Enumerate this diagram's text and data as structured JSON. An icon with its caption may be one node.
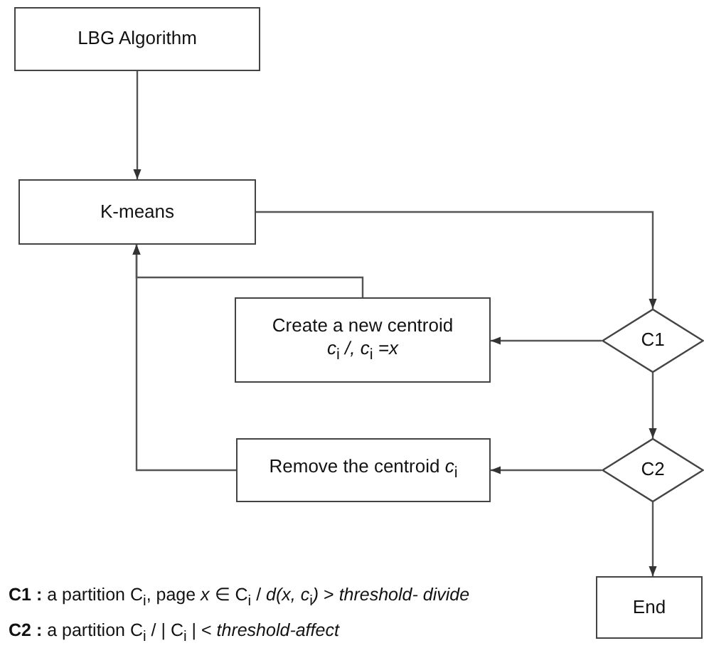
{
  "diagram": {
    "nodes": [
      {
        "text": [
          "LBG Algorithm"
        ]
      },
      {
        "text": [
          "K-means"
        ]
      },
      {
        "text": [
          "Create a new centroid",
          "*c*$_{i}$ */, c*$_{i}$ *=x*"
        ]
      },
      {
        "text": [
          "C1"
        ]
      },
      {
        "text": [
          "Remove the centroid  *c*$_{i}$"
        ]
      },
      {
        "text": [
          "C2"
        ]
      },
      {
        "text": [
          "End"
        ]
      }
    ],
    "edges": [
      {
        "from": 0,
        "to": 1,
        "arrow": "to"
      },
      {
        "from": 1,
        "to": 3,
        "arrow": "to"
      },
      {
        "from": 3,
        "to": 2,
        "arrow": "to"
      },
      {
        "from": 2,
        "to": 1,
        "arrow": "to"
      },
      {
        "from": 3,
        "to": 5,
        "arrow": "to"
      },
      {
        "from": 5,
        "to": 4,
        "arrow": "to"
      },
      {
        "from": 4,
        "to": 1,
        "arrow": "to"
      },
      {
        "from": 5,
        "to": 6,
        "arrow": "to"
      }
    ],
    "labels": [
      "**C1 :** a partition C$_{i}$,  page *x* ∈ C$_{i}$ / *d(x, c*$_{i}$*)* > *threshold- divide*",
      "**C2 :** a partition C$_{i}$ / | C$_{i}$ | < *threshold-affect*"
    ]
  }
}
